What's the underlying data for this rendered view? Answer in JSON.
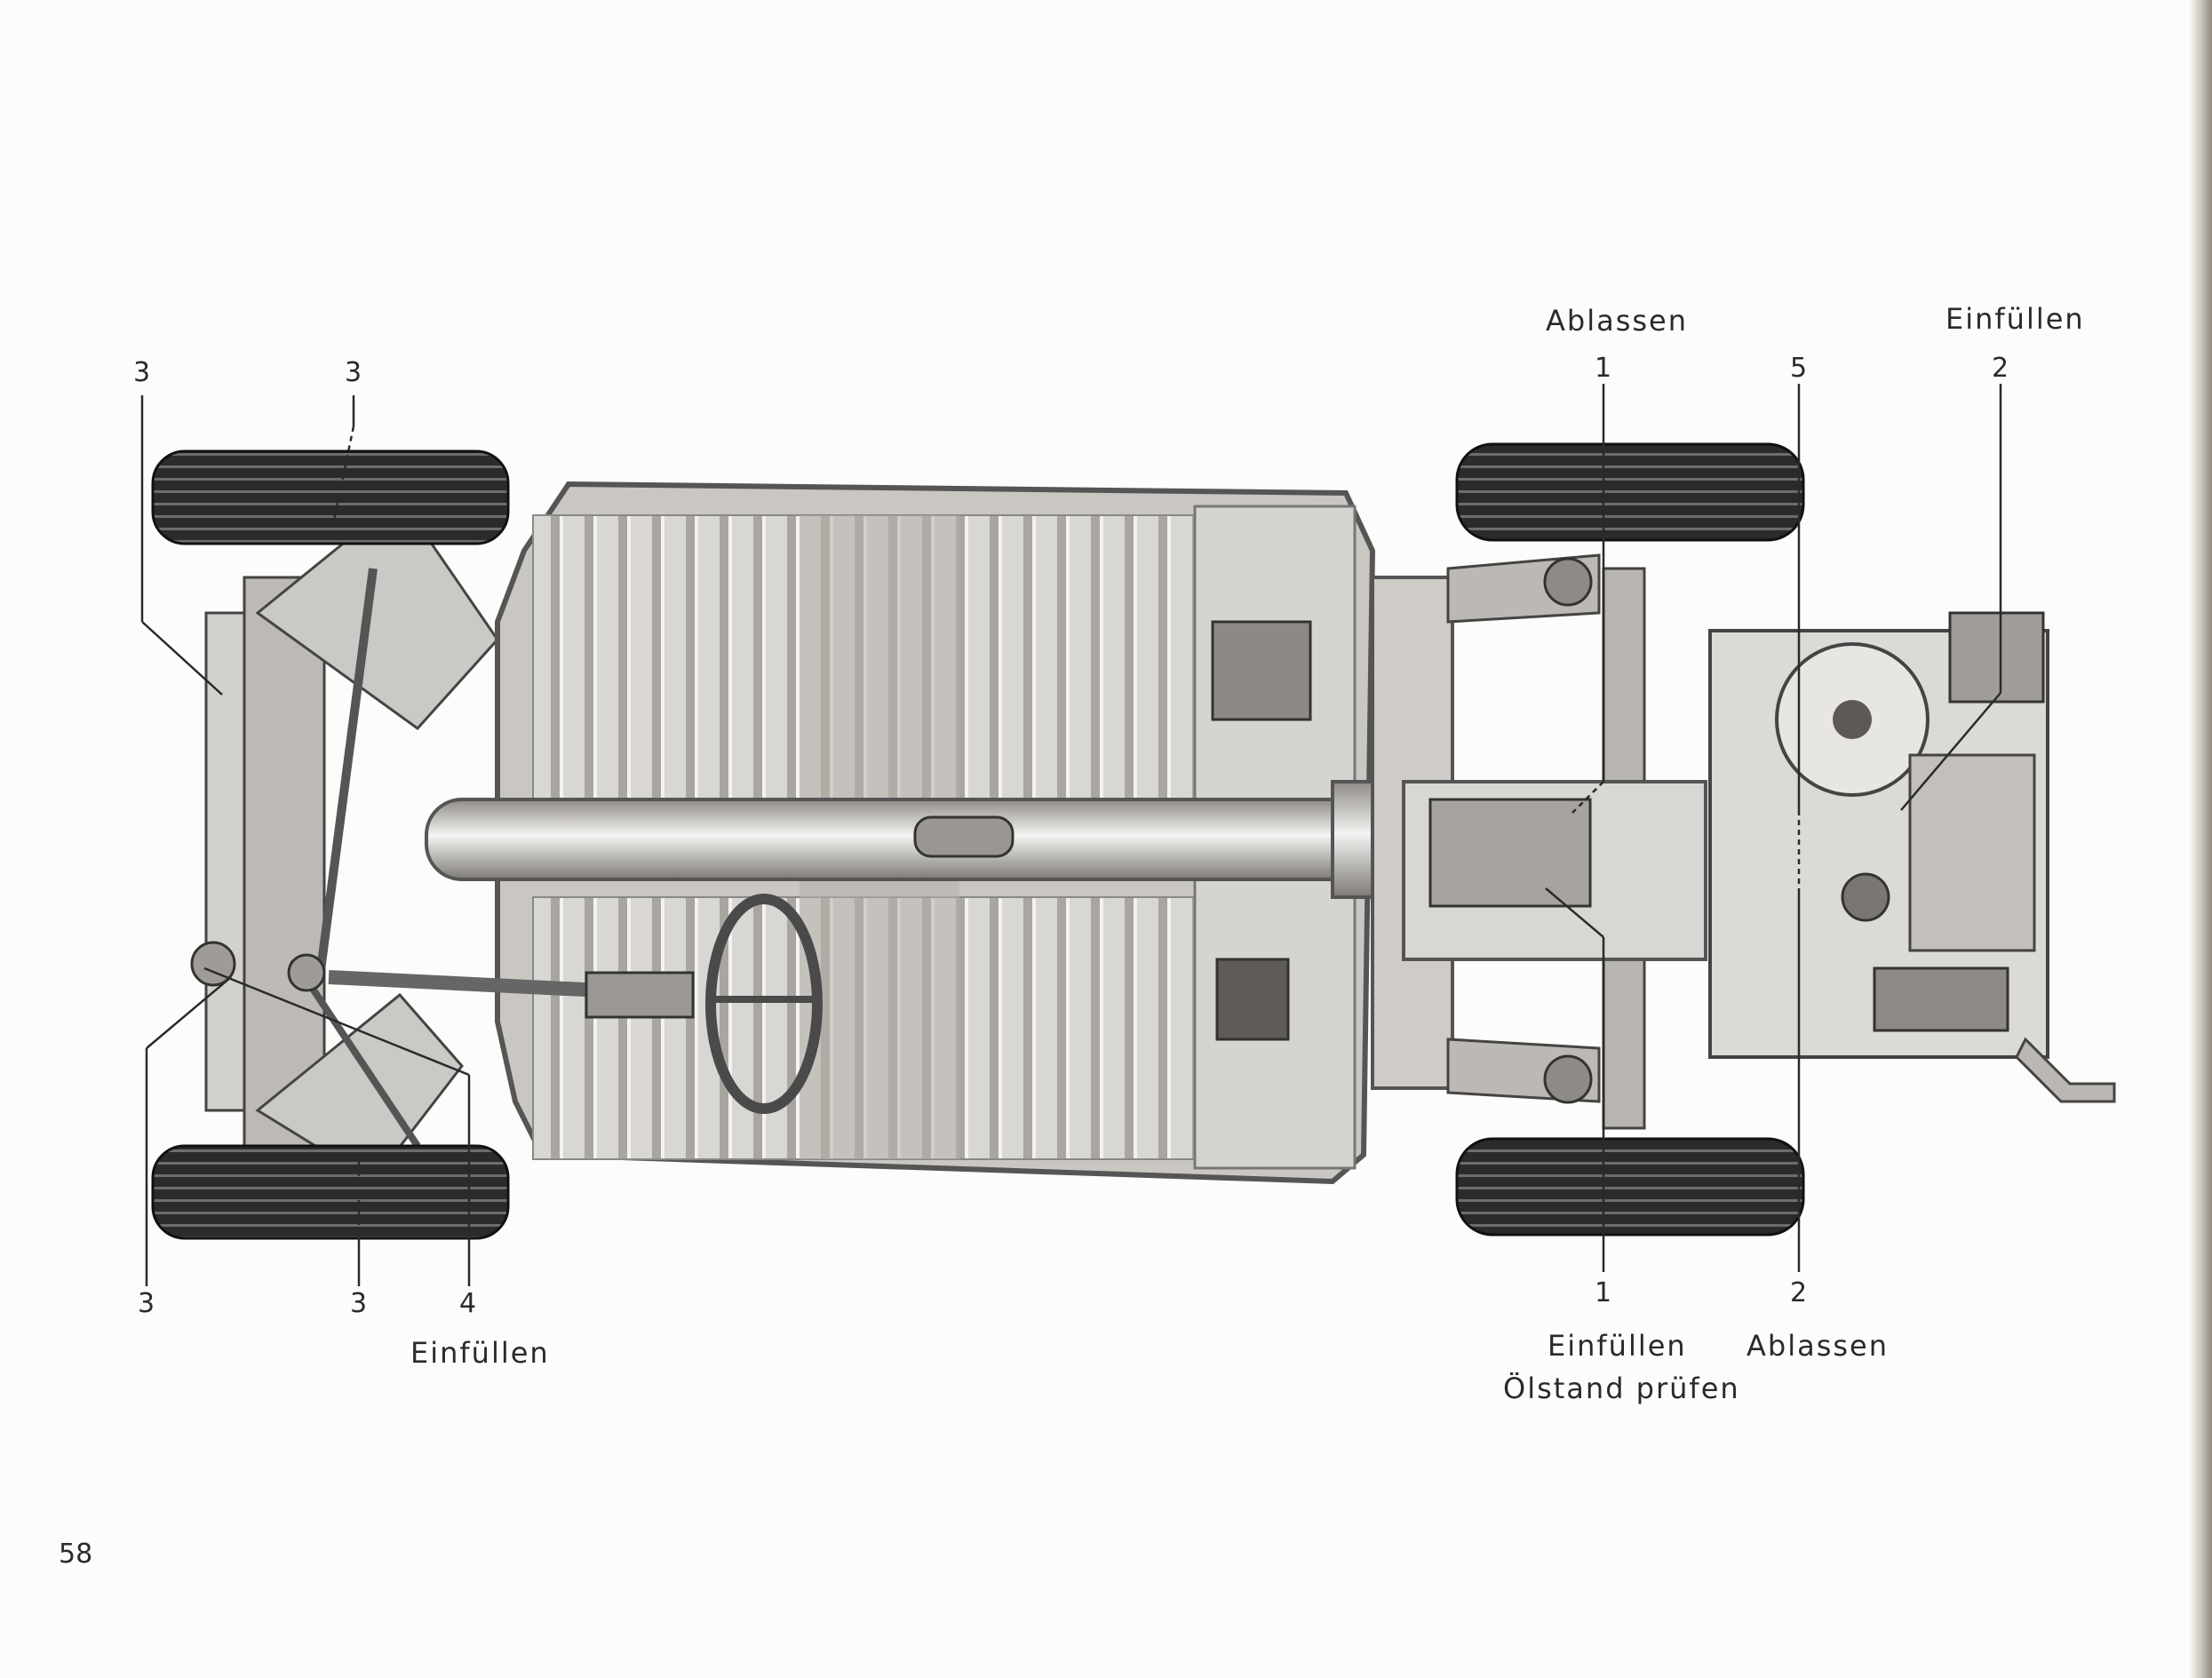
{
  "page": {
    "number": "58"
  },
  "labels": {
    "ablassen_top": "Ablassen",
    "einfuellen_top": "Einfüllen",
    "einfuellen_front": "Einfüllen",
    "einfuellen_bottom": "Einfüllen",
    "oelstand": "Ölstand prüfen",
    "ablassen_bottom": "Ablassen"
  },
  "callouts": {
    "c3_tl": "3",
    "c3_tm": "3",
    "c3_bl": "3",
    "c3_bm": "3",
    "c4": "4",
    "c1_top": "1",
    "c5": "5",
    "c2_top": "2",
    "c1_bot": "1",
    "c2_bot": "2"
  },
  "colors": {
    "ink": "#2a2a2a",
    "metal_light": "#e4e2df",
    "metal_mid": "#b9b6b1",
    "tire": "#262626"
  }
}
